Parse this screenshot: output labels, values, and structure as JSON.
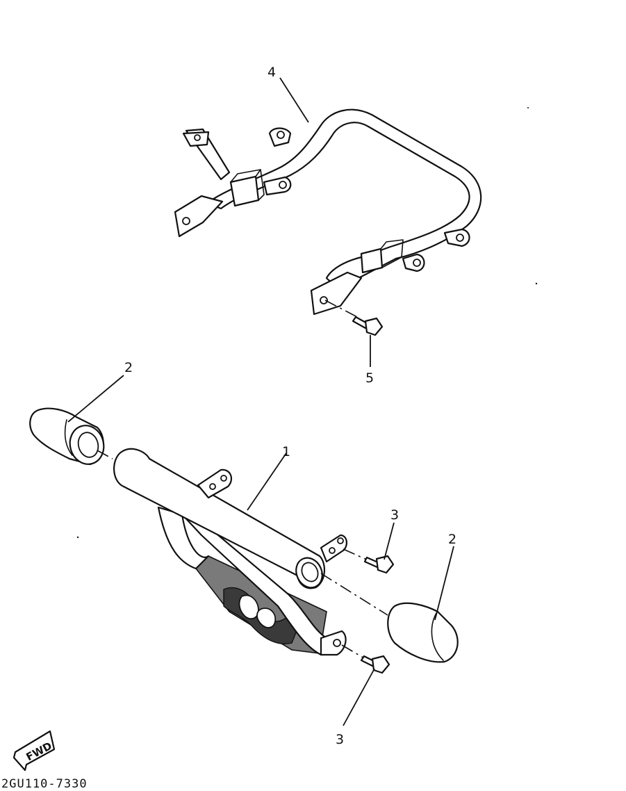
{
  "callouts": {
    "part1": "1",
    "part2_left": "2",
    "part2_right": "2",
    "part3_upper": "3",
    "part3_lower": "3",
    "part4": "4",
    "part5": "5"
  },
  "direction_marker": "FWD",
  "figure_code": "2GU110-7330"
}
